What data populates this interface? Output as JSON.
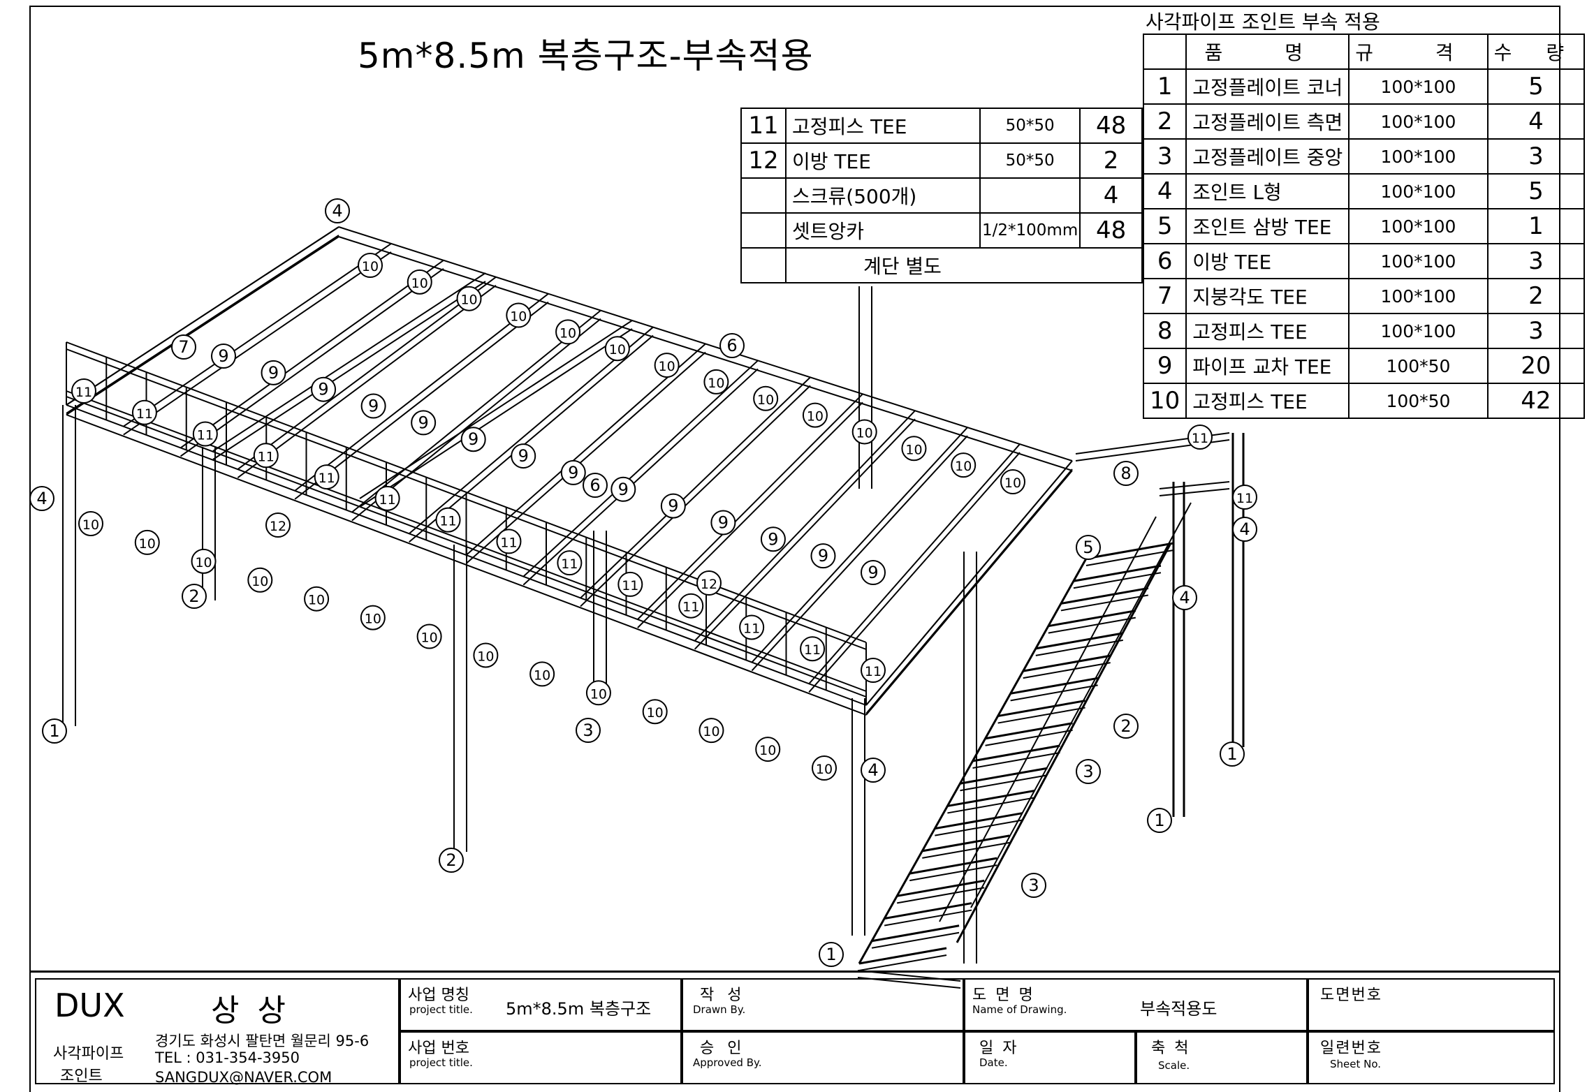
{
  "title": "5m*8.5m 복층구조-부속적용",
  "right_table": {
    "caption": "사각파이프 조인트 부속 적용",
    "headers": {
      "name": "품 명",
      "spec": "규 격",
      "qty": "수 량"
    },
    "rows": [
      {
        "no": "1",
        "name": "고정플레이트 코너",
        "spec": "100*100",
        "qty": "5"
      },
      {
        "no": "2",
        "name": "고정플레이트 측면",
        "spec": "100*100",
        "qty": "4"
      },
      {
        "no": "3",
        "name": "고정플레이트 중앙",
        "spec": "100*100",
        "qty": "3"
      },
      {
        "no": "4",
        "name": "조인트 L형",
        "spec": "100*100",
        "qty": "5"
      },
      {
        "no": "5",
        "name": "조인트 삼방 TEE",
        "spec": "100*100",
        "qty": "1"
      },
      {
        "no": "6",
        "name": "이방 TEE",
        "spec": "100*100",
        "qty": "3"
      },
      {
        "no": "7",
        "name": "지붕각도 TEE",
        "spec": "100*100",
        "qty": "2"
      },
      {
        "no": "8",
        "name": "고정피스 TEE",
        "spec": "100*100",
        "qty": "3"
      },
      {
        "no": "9",
        "name": "파이프 교차 TEE",
        "spec": "100*50",
        "qty": "20"
      },
      {
        "no": "10",
        "name": "고정피스 TEE",
        "spec": "100*50",
        "qty": "42"
      }
    ]
  },
  "left_table": {
    "rows": [
      {
        "no": "11",
        "name": "고정피스 TEE",
        "spec": "50*50",
        "qty": "48"
      },
      {
        "no": "12",
        "name": "이방 TEE",
        "spec": "50*50",
        "qty": "2"
      },
      {
        "no": "",
        "name": "스크류(500개)",
        "spec": "",
        "qty": "4"
      },
      {
        "no": "",
        "name": "셋트앙카",
        "spec": "1/2*100mm",
        "qty": "48"
      }
    ],
    "note": "계단 별도"
  },
  "callouts": {
    "top_corner": "4",
    "left_corner": "4",
    "corner7": "7",
    "mid6": "6",
    "mid6b": "6",
    "right8": "8",
    "right5": "5",
    "right11a": "11",
    "right11b": "11",
    "right4a": "4",
    "right4b": "4",
    "post1a": "1",
    "post1b": "1",
    "post1c": "1",
    "post1d": "1",
    "post2a": "2",
    "post2b": "2",
    "post2c": "2",
    "post3a": "3",
    "post3b": "3",
    "post3c": "3",
    "front4": "4",
    "n9": "9",
    "n10": "10",
    "n11": "11",
    "n12": "12"
  },
  "title_block": {
    "brand": "DUX",
    "brand_name": "상 상",
    "company_type": "사각파이프",
    "company_type2": "조인트",
    "address": "경기도 화성시 팔탄면 월문리 95-6",
    "tel": "TEL : 031-354-3950",
    "email": "SANGDUX@NAVER.COM",
    "project_name_label": "사업 명칭",
    "project_name_en": "project title.",
    "project_name_value": "5m*8.5m 복층구조",
    "project_no_label": "사업 번호",
    "project_no_en": "project title.",
    "drawn_label": "작 성",
    "drawn_en": "Drawn By.",
    "approved_label": "승 인",
    "approved_en": "Approved By.",
    "drawing_name_label": "도 면 명",
    "drawing_name_en": "Name of Drawing.",
    "drawing_name_value": "부속적용도",
    "date_label": "일 자",
    "date_en": "Date.",
    "scale_label": "축 척",
    "scale_en": "Scale.",
    "drawing_no_label": "도면번호",
    "sheet_no_label": "일련번호",
    "sheet_no_en": "Sheet No."
  }
}
